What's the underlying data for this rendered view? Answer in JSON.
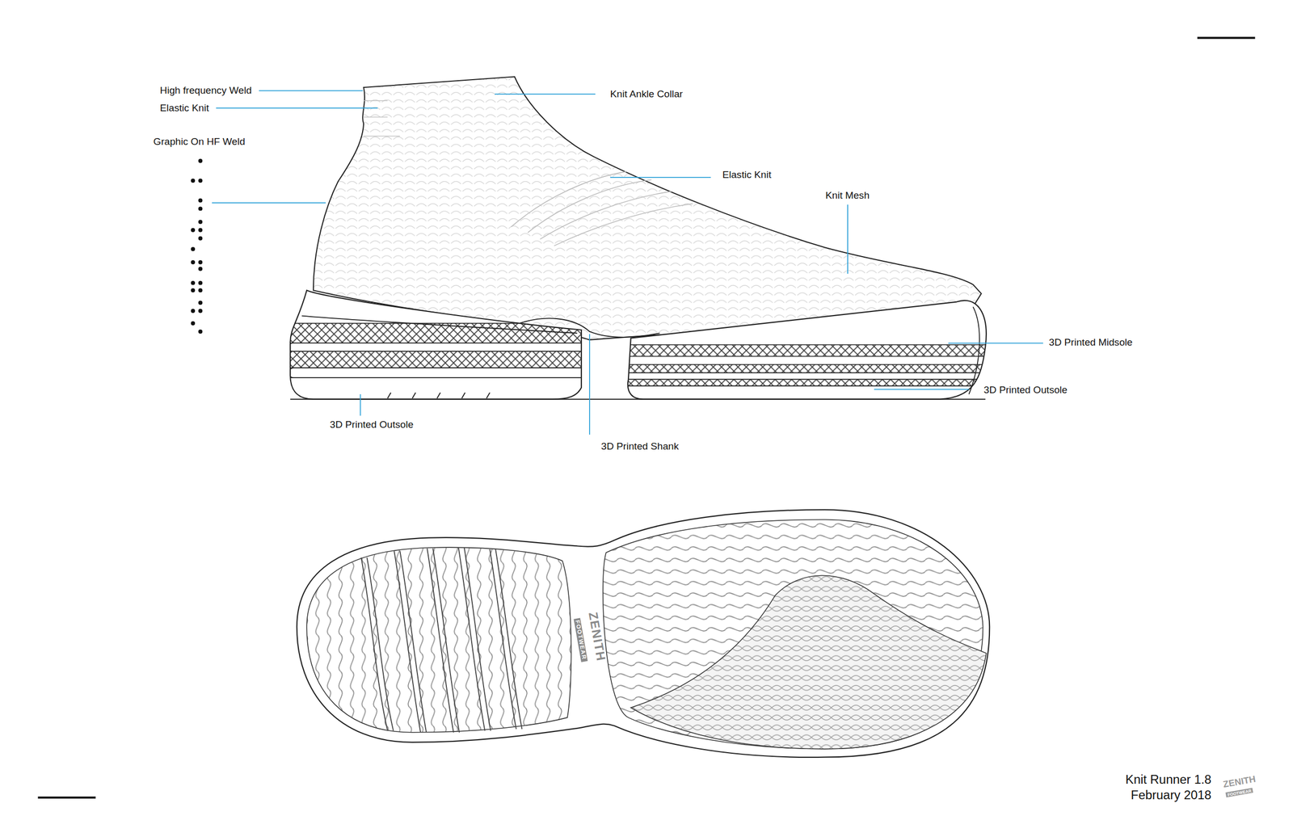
{
  "diagram": {
    "labels": [
      "High frequency Weld",
      "Elastic Knit",
      "Graphic On HF Weld",
      "Knit Ankle Collar",
      "Elastic Knit",
      "Knit Mesh",
      "3D Printed Midsole",
      "3D Printed Outsole",
      "3D Printed Outsole",
      "3D Printed Shank",
      "ZENITH",
      "FOOTWEAR",
      "Knit Runner 1.8",
      "February 2018",
      "ZENITH",
      "FOOTWEAR"
    ]
  }
}
